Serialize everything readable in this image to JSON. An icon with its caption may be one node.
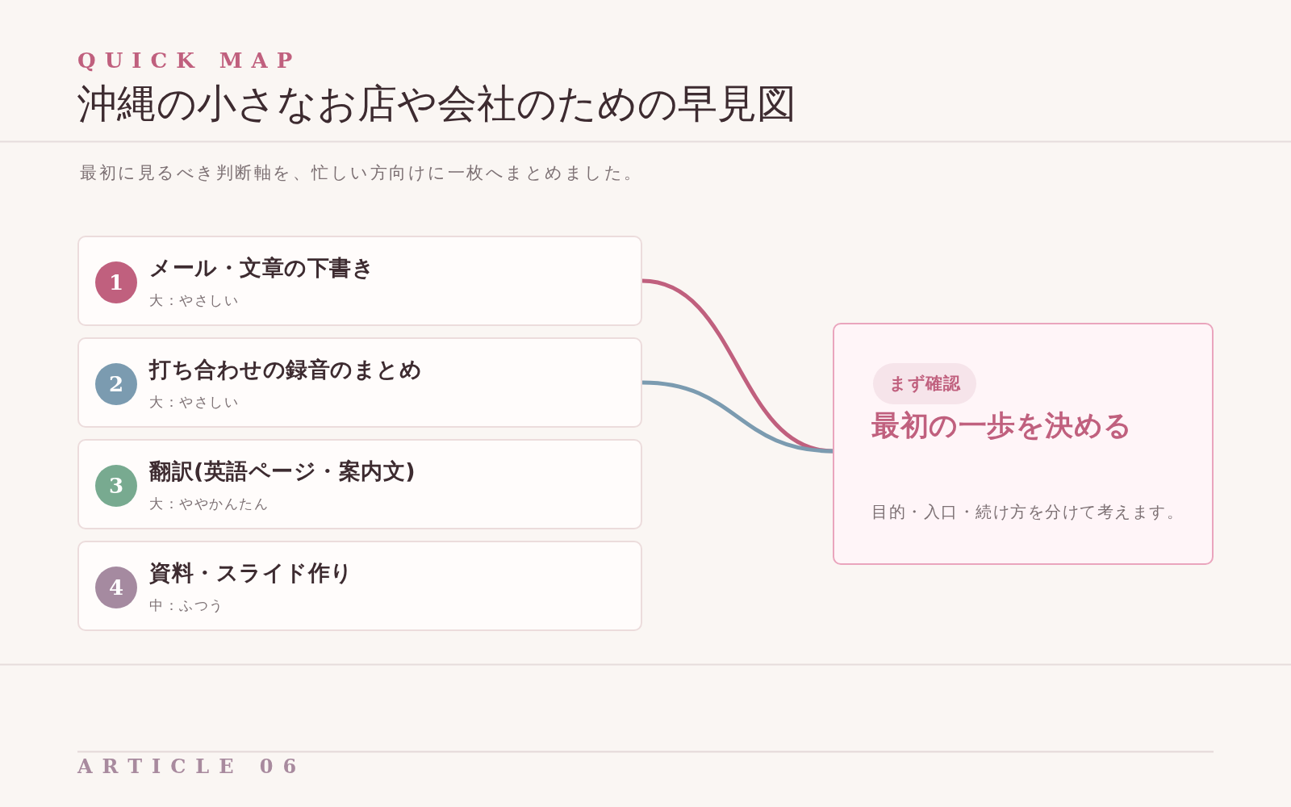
{
  "diagram": {
    "title": "沖縄の小さなお店や会社のための早見図",
    "nodes": [
      {
        "text": [
          "メール・文章の下書き",
          "大：やさしい"
        ]
      },
      {
        "text": [
          "1"
        ],
        "in": 0
      },
      {
        "text": [
          "打ち合わせの録音のまとめ",
          "大：やさしい"
        ]
      },
      {
        "text": [
          "2"
        ],
        "in": 2
      },
      {
        "text": [
          "翻訳(英語ページ・案内文)",
          "大：ややかんたん"
        ]
      },
      {
        "text": [
          "3"
        ],
        "in": 4
      },
      {
        "text": [
          "資料・スライド作り",
          "中：ふつう"
        ]
      },
      {
        "text": [
          "4"
        ],
        "in": 6
      },
      {
        "text": [
          "最初の一歩を決める",
          "目的・入口・続け方を分けて考えます。"
        ]
      },
      {
        "text": [
          "まず確認"
        ],
        "in": 8
      }
    ],
    "edges": [
      {
        "from": 0,
        "to": 8,
        "arrow": "none",
        "color": "#c0607e"
      },
      {
        "from": 2,
        "to": 8,
        "arrow": "none",
        "color": "#7b9bb0"
      }
    ],
    "labels": [
      "QUICK MAP",
      "最初に見るべき判断軸を、忙しい方向けに一枚へまとめました。",
      "ARTICLE 06"
    ]
  }
}
